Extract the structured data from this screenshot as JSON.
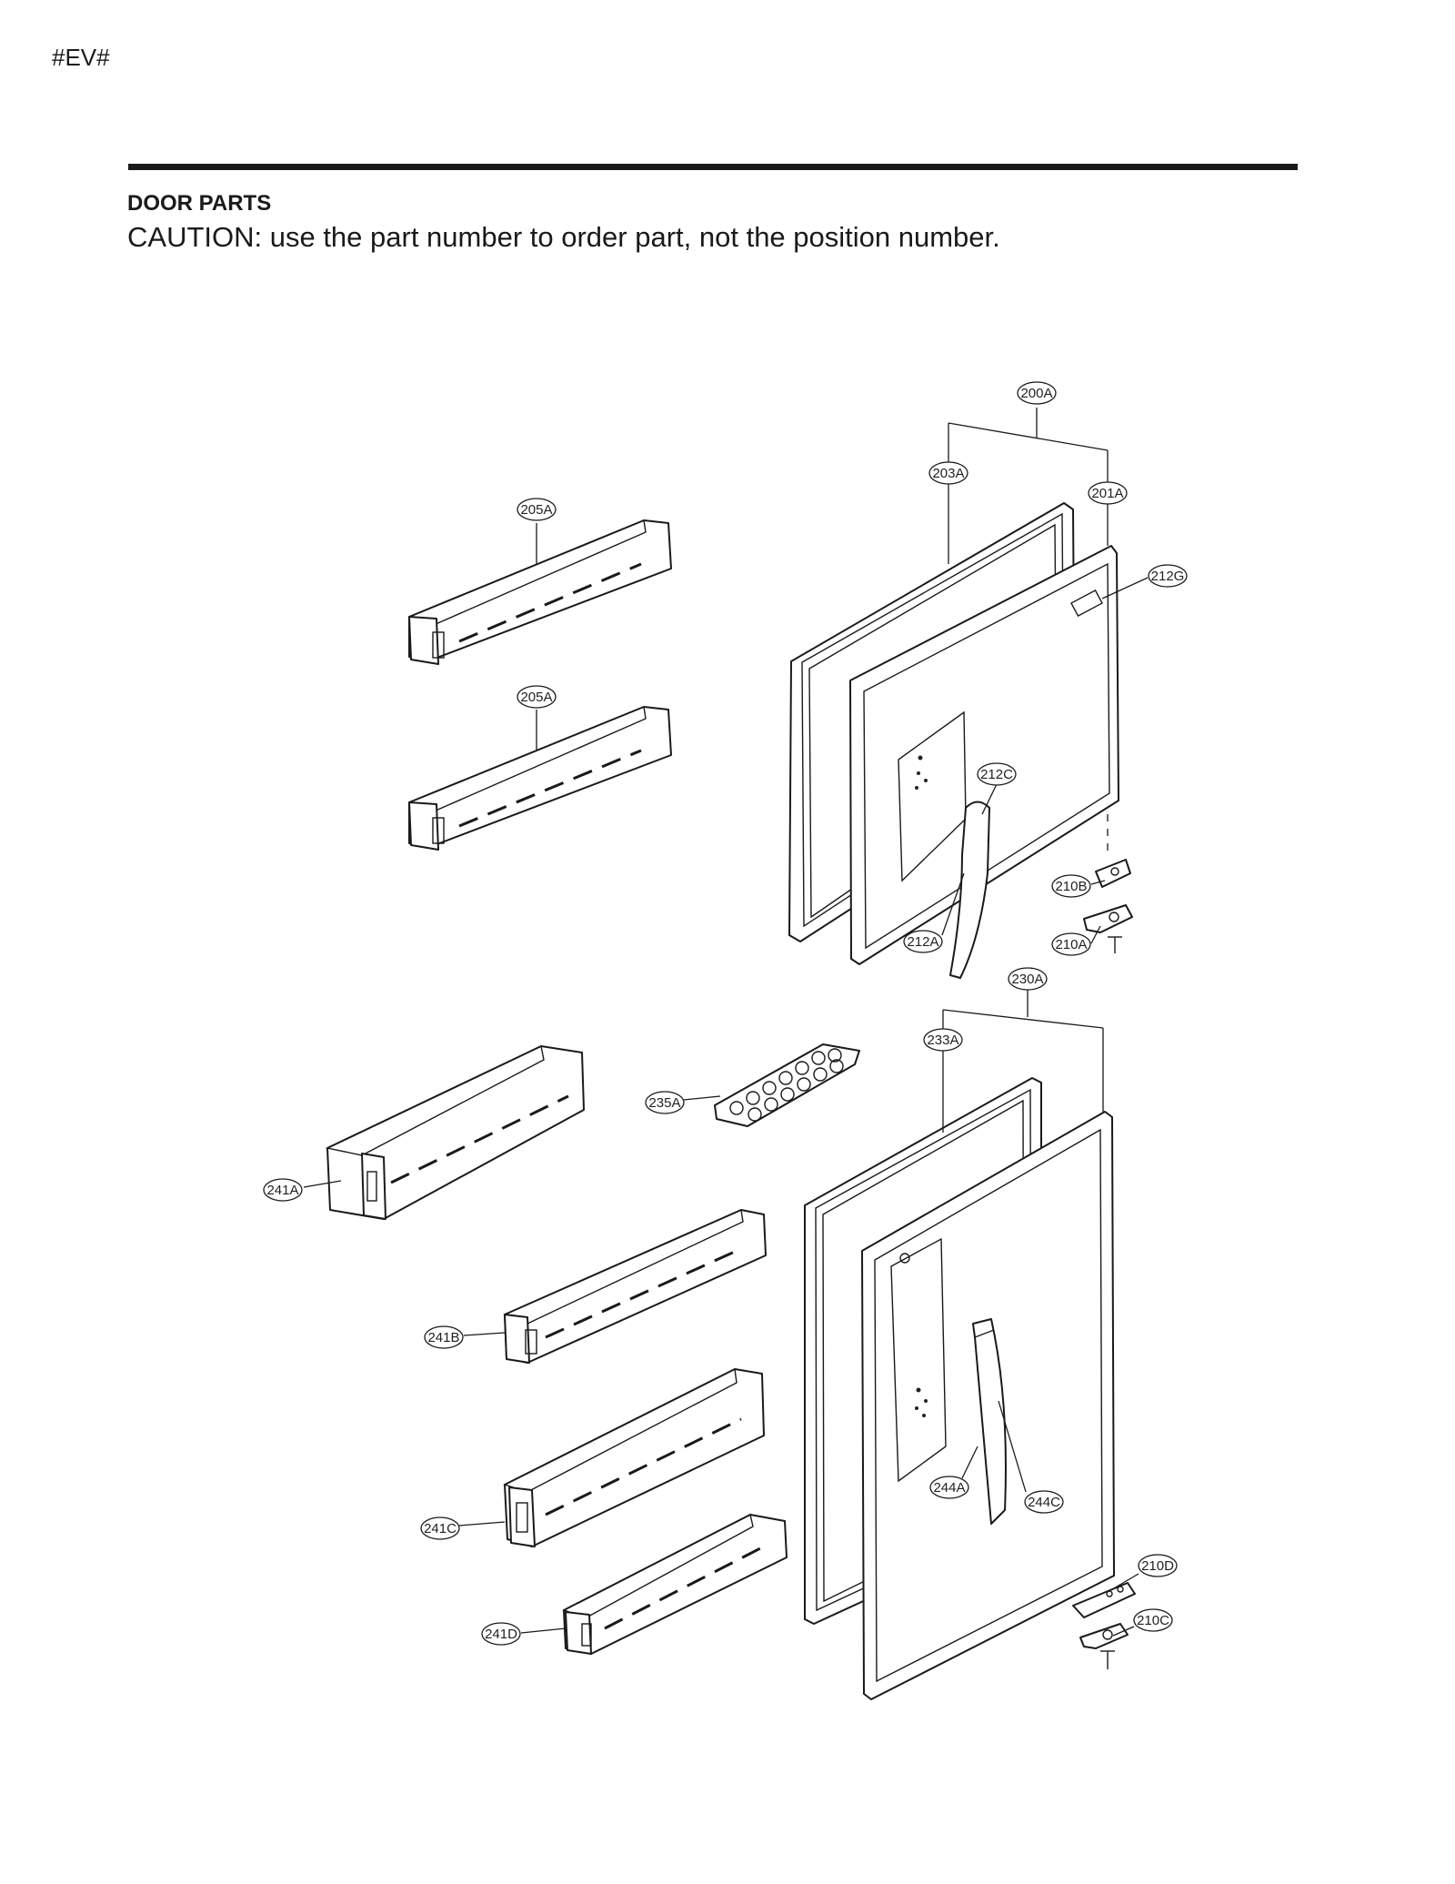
{
  "header": {
    "page_code": "#EV#",
    "section_title": "DOOR PARTS",
    "caution": "CAUTION: use the part number to order part, not the position number."
  },
  "callouts": {
    "c200A": "200A",
    "c203A": "203A",
    "c201A": "201A",
    "c212G": "212G",
    "c205A_1": "205A",
    "c205A_2": "205A",
    "c212C": "212C",
    "c210B": "210B",
    "c212A": "212A",
    "c210A": "210A",
    "c230A": "230A",
    "c233A": "233A",
    "c235A": "235A",
    "c241A": "241A",
    "c241B": "241B",
    "c244A": "244A",
    "c244C": "244C",
    "c241C": "241C",
    "c210D": "210D",
    "c210C": "210C",
    "c241D": "241D"
  }
}
